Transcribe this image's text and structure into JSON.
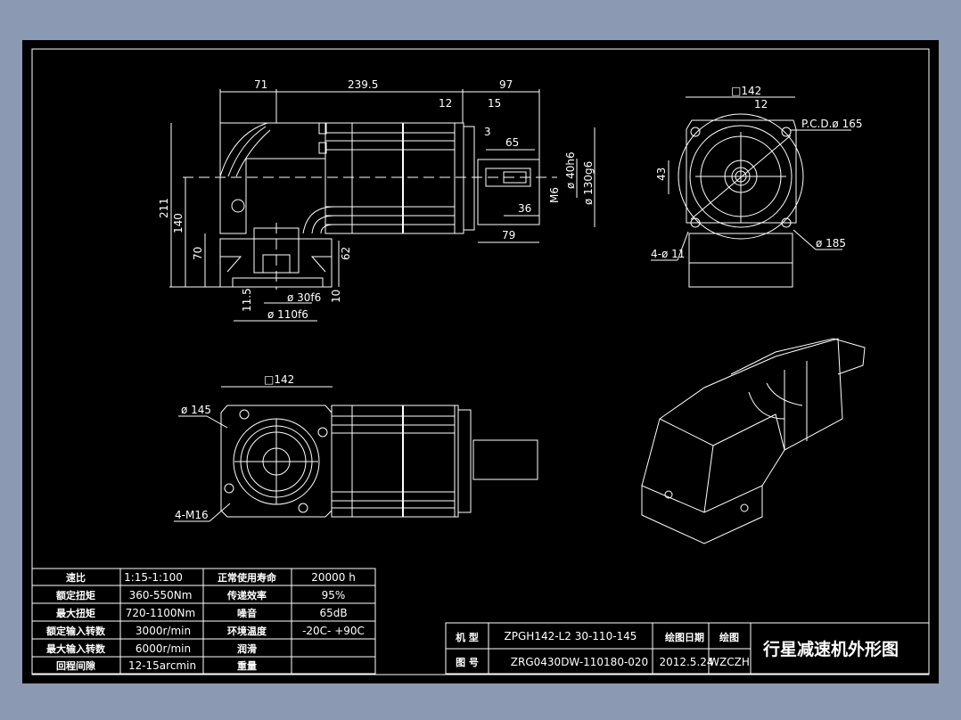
{
  "colors": {
    "background": "#8b9ab2",
    "canvas": "#000000",
    "lines": "#ffffff"
  },
  "views": {
    "front": {
      "dims": {
        "d71": "71",
        "d239": "239.5",
        "d97": "97",
        "d12": "12",
        "d15": "15",
        "d3": "3",
        "d65": "65",
        "d36": "36",
        "d79": "79",
        "d40": "ø 40h6",
        "d130": "ø 130g6",
        "dm6": "M6",
        "d211": "211",
        "d140": "140",
        "d70": "70",
        "d62": "62",
        "d10": "10",
        "d115": "11.5",
        "d30": "ø 30f6",
        "d110": "ø 110f6"
      }
    },
    "side": {
      "dims": {
        "sq": "□142",
        "d12": "12",
        "pcd": "P.C.D.ø 165",
        "d43": "43",
        "holes": "4-ø 11",
        "d185": "ø 185"
      }
    },
    "bottom": {
      "dims": {
        "sq": "□142",
        "d145": "ø 145",
        "holes": "4-M16"
      }
    }
  },
  "spec_table": {
    "rows": [
      {
        "l1": "速比",
        "v1": "1:15-1:100",
        "l2": "正常使用寿命",
        "v2": "20000 h"
      },
      {
        "l1": "额定扭矩",
        "v1": "360-550Nm",
        "l2": "传递效率",
        "v2": "95%"
      },
      {
        "l1": "最大扭矩",
        "v1": "720-1100Nm",
        "l2": "噪音",
        "v2": "65dB"
      },
      {
        "l1": "额定输入转数",
        "v1": "3000r/min",
        "l2": "环境温度",
        "v2": "-20C- +90C"
      },
      {
        "l1": "最大输入转数",
        "v1": "6000r/min",
        "l2": "润滑",
        "v2": ""
      },
      {
        "l1": "回程间隙",
        "v1": "12-15arcmin",
        "l2": "重量",
        "v2": ""
      }
    ]
  },
  "title_block": {
    "model_label": "机 型",
    "model_value": "ZPGH142-L2 30-110-145",
    "drawing_no_label": "图 号",
    "drawing_no_value": "ZRG0430DW-110180-020",
    "date_label": "绘图日期",
    "date_value": "2012.5.24",
    "drawer_label": "绘图",
    "drawer_value": "WZCZH",
    "title": "行星减速机外形图"
  }
}
